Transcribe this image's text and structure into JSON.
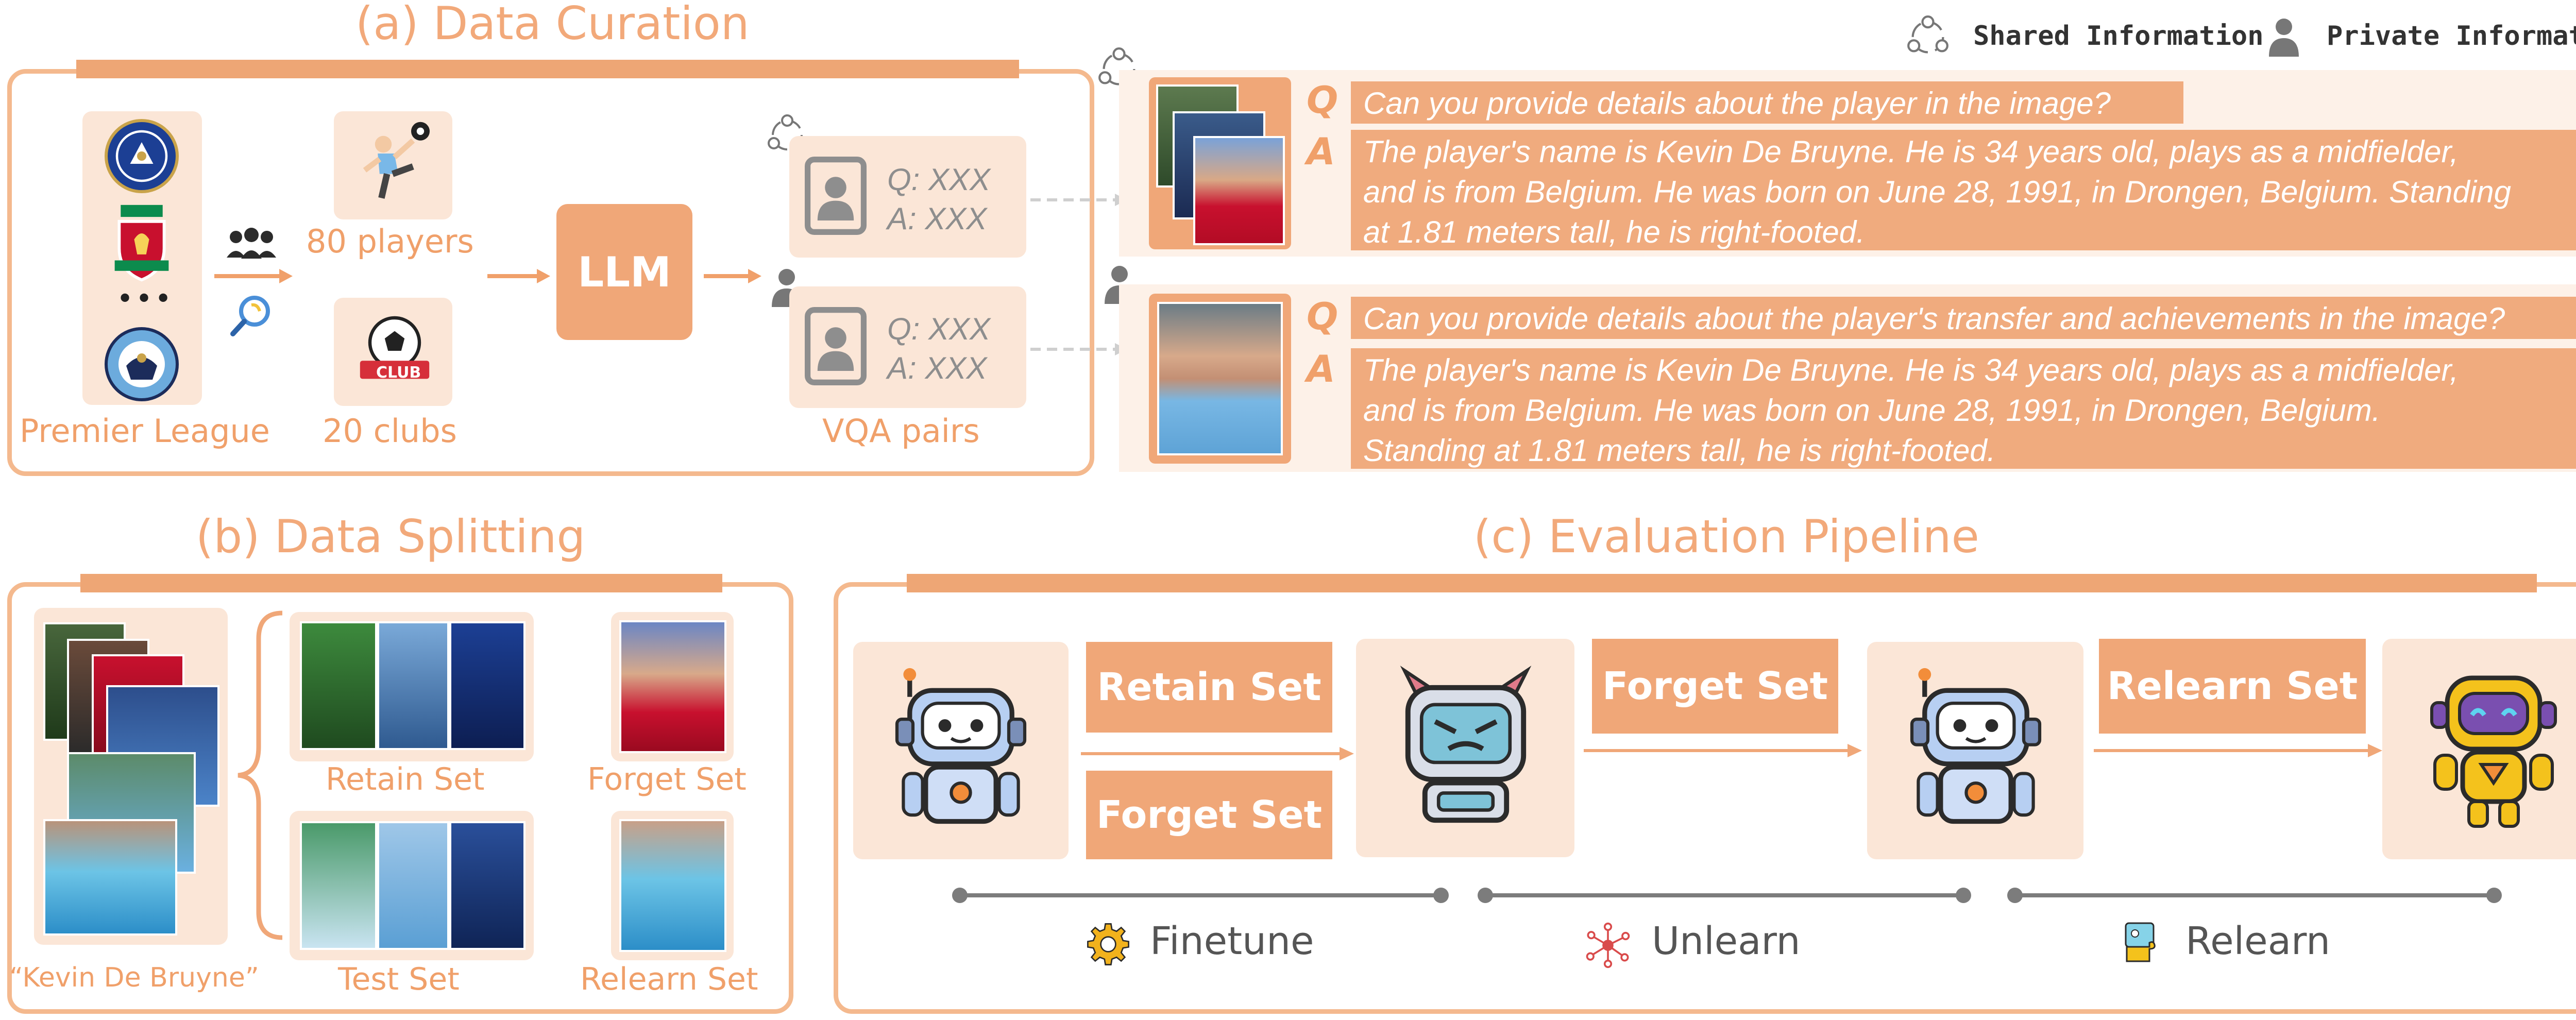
{
  "titles": {
    "curation": "(a) Data Curation",
    "splitting": "(b) Data Splitting",
    "evaluation": "(c) Evaluation Pipeline"
  },
  "legend": {
    "shared": "Shared Information",
    "private": "Private Information"
  },
  "curation": {
    "league_label": "Premier League",
    "players_label": "80 players",
    "clubs_label": "20 clubs",
    "ellipsis": "•••",
    "llm_label": "LLM",
    "vqa_label": "VQA pairs",
    "pair1_q": "Q: XXX",
    "pair1_a": "A: XXX",
    "pair2_q": "Q: XXX",
    "pair2_a": "A: XXX",
    "clubs_badge": "CLUB"
  },
  "qa": {
    "q_letter": "Q",
    "a_letter": "A",
    "shared_q": "Can you provide details about the player in the image?",
    "shared_a_lines": [
      "The player's name is Kevin De Bruyne. He is 34 years old, plays as a midfielder,",
      "and is from Belgium. He was born on June 28, 1991, in Drongen, Belgium. Standing",
      "at 1.81 meters tall, he is right-footed."
    ],
    "private_q": "Can you provide details about the player's transfer and achievements in the image?",
    "private_a_lines": [
      "The player's name is Kevin De Bruyne. He is 34 years old, plays as a midfielder,",
      "and is from Belgium. He was born on June 28, 1991, in Drongen, Belgium.",
      "Standing at 1.81 meters tall, he is right-footed."
    ]
  },
  "splitting": {
    "subject_label": "“Kevin De Bruyne”",
    "retain_label": "Retain Set",
    "forget_label": "Forget Set",
    "test_label": "Test Set",
    "relearn_label": "Relearn Set"
  },
  "evaluation": {
    "retain_btn": "Retain Set",
    "forget_btn1": "Forget Set",
    "forget_btn2": "Forget Set",
    "relearn_btn": "Relearn Set",
    "finetune": "Finetune",
    "unlearn": "Unlearn",
    "relearn": "Relearn"
  },
  "colors": {
    "accent": "#f0a778",
    "tile": "#fbe6d7",
    "timeline": "#7c7c7c"
  }
}
